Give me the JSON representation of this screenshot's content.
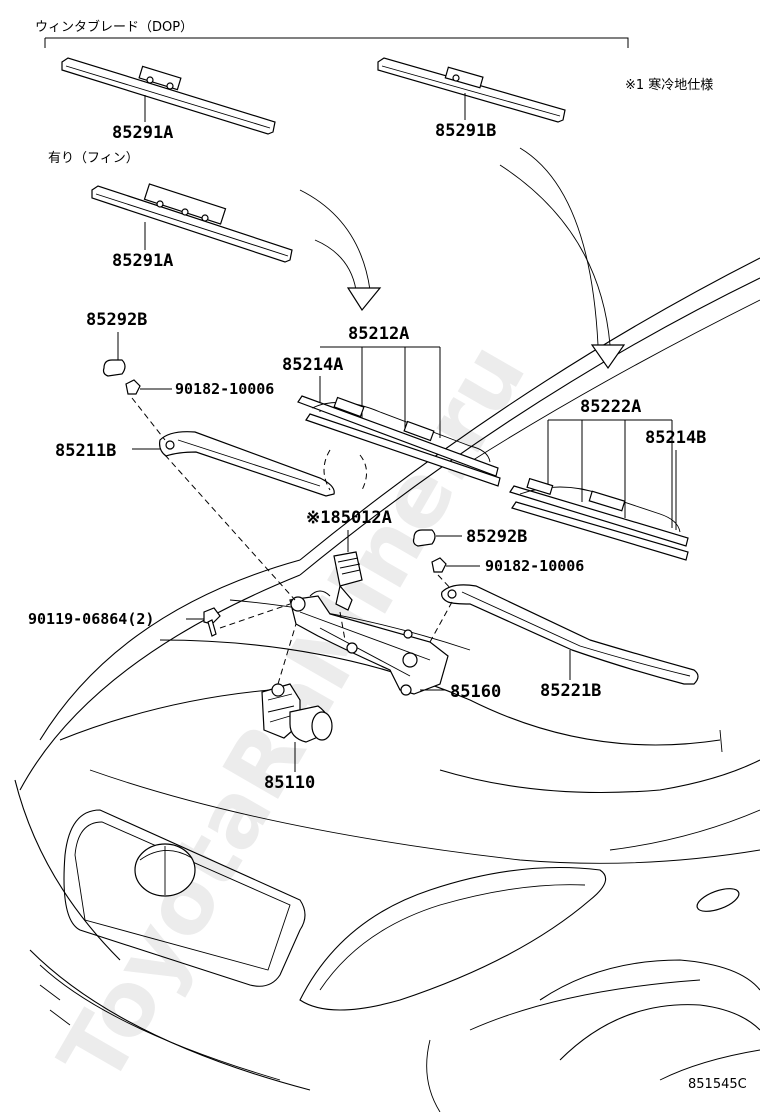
{
  "header": {
    "group_label": "ウィンタブレード（DOP）",
    "cold_note": "※1 寒冷地仕様",
    "fin_note": "有り（フィン）"
  },
  "parts": {
    "blade_a_top": "85291A",
    "blade_b_top": "85291B",
    "blade_a_fin": "85291A",
    "cap_left": "85292B",
    "nut_left": "90182-10006",
    "arm_left": "85211B",
    "blade_left_assy": "85212A",
    "rubber_left": "85214A",
    "blade_right_assy": "85222A",
    "rubber_right": "85214B",
    "hose_joint": "※185012A",
    "cap_right": "85292B",
    "nut_right": "90182-10006",
    "bolt": "90119-06864(2)",
    "link": "85160",
    "arm_right": "85221B",
    "motor": "85110"
  },
  "footer": {
    "diagram_code": "851545C"
  },
  "watermark": "ToyotaRaMine.ru"
}
